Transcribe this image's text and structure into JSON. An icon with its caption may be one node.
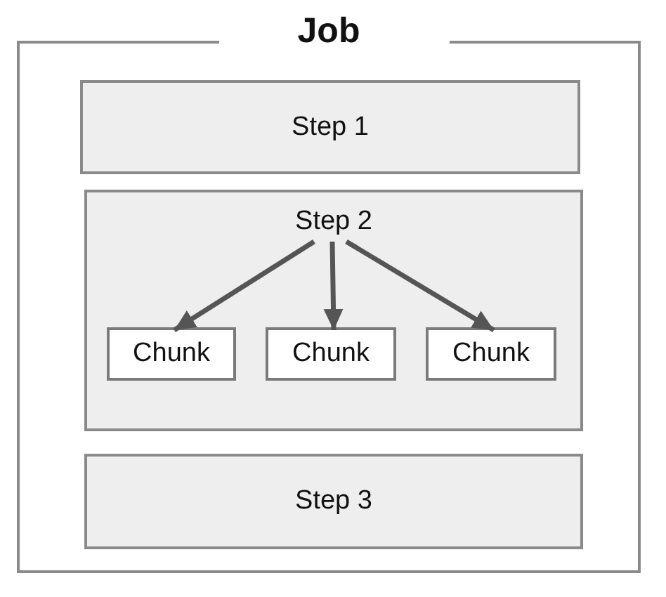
{
  "diagram": {
    "nodes": [
      {
        "text": [
          "Job"
        ]
      },
      {
        "text": [
          "Step 1"
        ],
        "in": 0
      },
      {
        "text": [
          "Step 2"
        ],
        "in": 0
      },
      {
        "text": [
          "Chunk"
        ],
        "in": 2
      },
      {
        "text": [
          "Chunk"
        ],
        "in": 2
      },
      {
        "text": [
          "Chunk"
        ],
        "in": 2
      },
      {
        "text": [
          "Step 3"
        ],
        "in": 0
      }
    ],
    "edges": [
      {
        "from": 2,
        "to": 3,
        "arrow": "to"
      },
      {
        "from": 2,
        "to": 4,
        "arrow": "to"
      },
      {
        "from": 2,
        "to": 5,
        "arrow": "to"
      }
    ]
  }
}
